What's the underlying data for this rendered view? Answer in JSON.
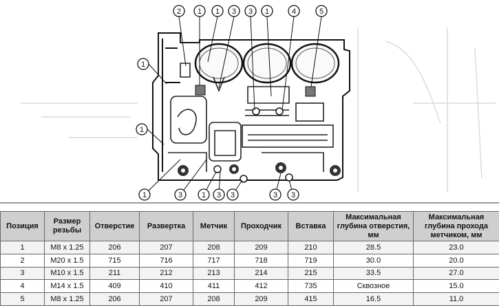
{
  "drawing": {
    "top_callouts": [
      "2",
      "1",
      "1",
      "3",
      "3",
      "1",
      "4",
      "5"
    ],
    "left_callouts": [
      "1",
      "1"
    ],
    "bottom_callouts": [
      "1",
      "3",
      "1",
      "3",
      "3",
      "3",
      "3"
    ]
  },
  "table": {
    "headers": [
      "Позиция",
      "Размер резьбы",
      "Отверстие",
      "Развертка",
      "Метчик",
      "Проходчик",
      "Вставка",
      "Максимальная глубина отверстия, мм",
      "Максимальная глубина прохода метчиком, мм"
    ],
    "rows": [
      [
        "1",
        "M8 x 1.25",
        "206",
        "207",
        "208",
        "209",
        "210",
        "28.5",
        "23.0"
      ],
      [
        "2",
        "M20 x 1.5",
        "715",
        "716",
        "717",
        "718",
        "719",
        "30.0",
        "20.0"
      ],
      [
        "3",
        "M10 x 1.5",
        "211",
        "212",
        "213",
        "214",
        "215",
        "33.5",
        "27.0"
      ],
      [
        "4",
        "M14 x 1.5",
        "409",
        "410",
        "411",
        "412",
        "735",
        "Сквозное",
        "15.0"
      ],
      [
        "5",
        "M8 x 1.25",
        "206",
        "207",
        "208",
        "209",
        "415",
        "16.5",
        "11.0"
      ]
    ]
  }
}
